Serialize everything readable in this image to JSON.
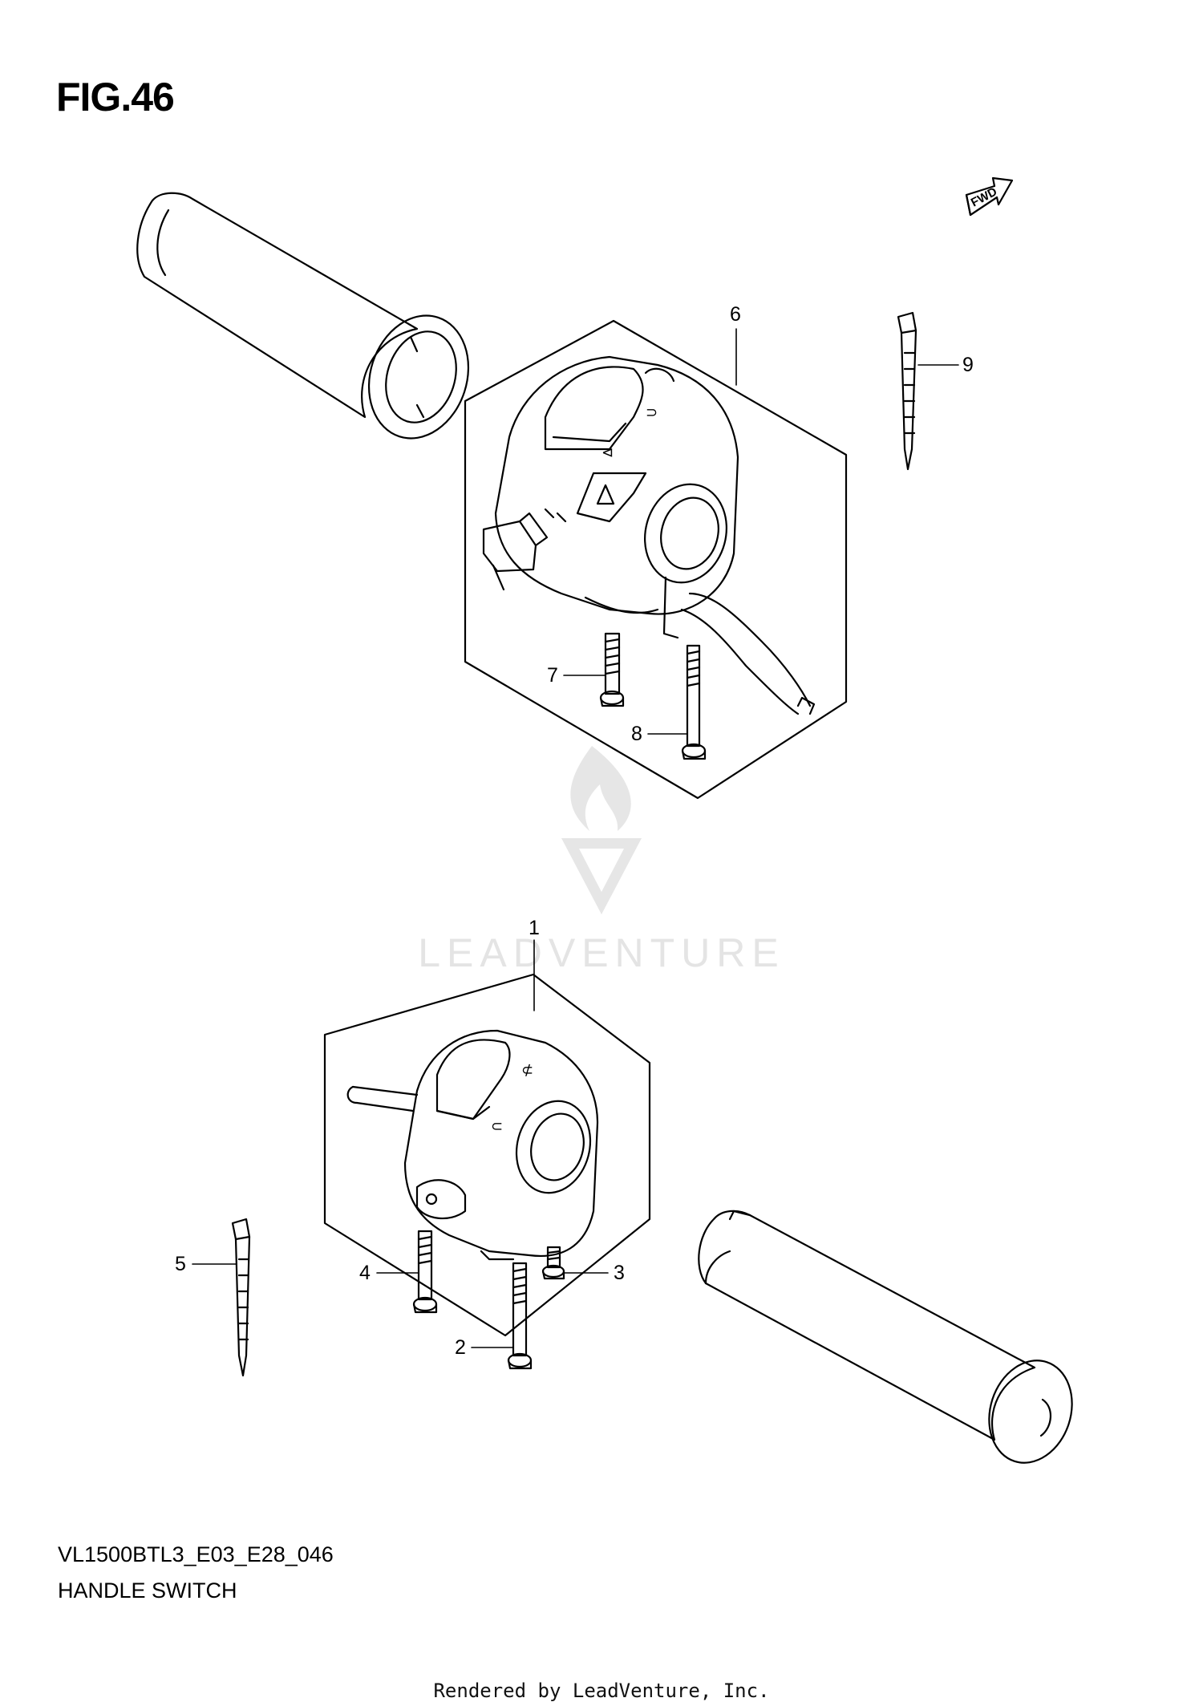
{
  "figure": {
    "title": "FIG.46",
    "model_code": "VL1500BTL3_E03_E28_046",
    "section_name": "HANDLE SWITCH",
    "rendered_by": "Rendered by LeadVenture, Inc."
  },
  "direction_marker": {
    "label": "FWD",
    "icon": "fwd-arrow-icon"
  },
  "watermark": {
    "text": "LEADVENTURE",
    "icon": "leadventure-logo-icon"
  },
  "callouts": [
    {
      "number": "1",
      "part": "handle-switch-right"
    },
    {
      "number": "2",
      "part": "long-screw"
    },
    {
      "number": "3",
      "part": "short-screw"
    },
    {
      "number": "4",
      "part": "screw"
    },
    {
      "number": "5",
      "part": "cable-tie"
    },
    {
      "number": "6",
      "part": "handle-switch-left"
    },
    {
      "number": "7",
      "part": "screw"
    },
    {
      "number": "8",
      "part": "long-screw"
    },
    {
      "number": "9",
      "part": "cable-tie"
    }
  ],
  "colors": {
    "line": "#000000",
    "watermark": "#e4e4e4",
    "background": "#ffffff"
  }
}
